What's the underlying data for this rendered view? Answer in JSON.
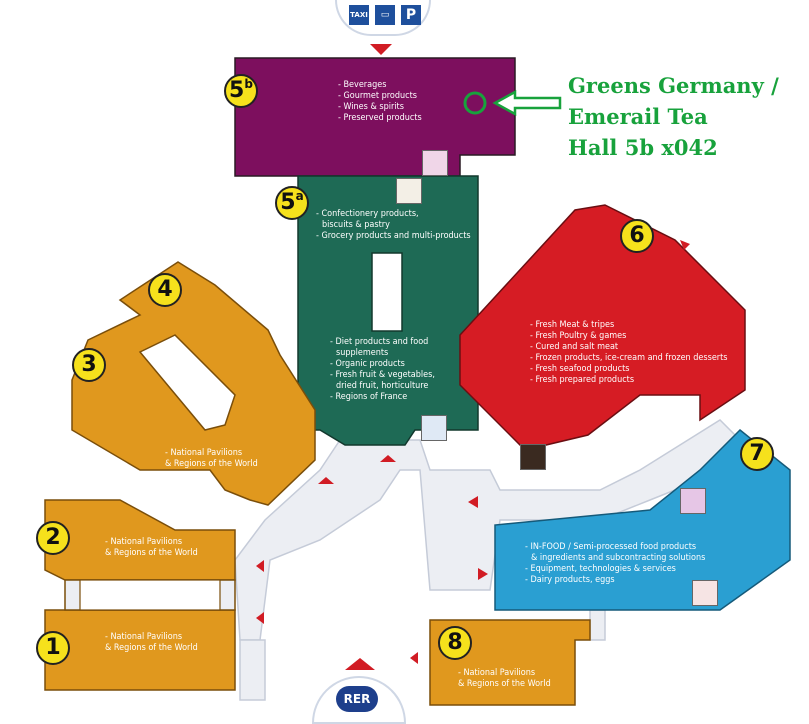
{
  "annotation": {
    "lines": [
      "Greens Germany /",
      "Emerail Tea",
      "Hall 5b x042"
    ],
    "color": "#18a23c"
  },
  "colors": {
    "orange": "#e0981e",
    "purple": "#7d0f5e",
    "green": "#1e6a55",
    "red": "#d61c24",
    "blue": "#2a9fd2",
    "corridor": "#eceef3",
    "arrow": "#d11c24"
  },
  "top_icons": [
    "TAXI",
    "bus-icon",
    "P"
  ],
  "bottom_label": "RER",
  "halls": {
    "h5b": {
      "number": "5",
      "sup": "b",
      "items": [
        "- Beverages",
        "- Gourmet products",
        "- Wines & spirits",
        "- Preserved products"
      ]
    },
    "h5a": {
      "number": "5",
      "sup": "a",
      "items_top": [
        "- Confectionery products,",
        "  biscuits & pastry",
        "- Grocery products and multi-products"
      ],
      "items_bottom": [
        "- Diet products and food",
        "  supplements",
        "- Organic products",
        "- Fresh fruit & vegetables,",
        "  dried fruit, horticulture",
        "- Regions of France"
      ]
    },
    "h6": {
      "number": "6",
      "items": [
        "- Fresh Meat & tripes",
        "- Fresh Poultry & games",
        "- Cured and salt meat",
        "- Frozen products, ice-cream and frozen desserts",
        "- Fresh seafood products",
        "- Fresh prepared products"
      ]
    },
    "h7": {
      "number": "7",
      "items": [
        "- IN-FOOD / Semi-processed food products",
        "  & ingredients and subcontracting solutions",
        "- Equipment, technologies & services",
        "- Dairy products, eggs"
      ]
    },
    "h34": {
      "number3": "3",
      "number4": "4",
      "items": [
        "- National Pavilions",
        "  & Regions of the World"
      ]
    },
    "h2": {
      "number": "2",
      "items": [
        "- National Pavilions",
        "  & Regions of the World"
      ]
    },
    "h1": {
      "number": "1",
      "items": [
        "- National Pavilions",
        "  & Regions of the World"
      ]
    },
    "h8": {
      "number": "8",
      "items": [
        "- National Pavilions",
        "  & Regions of the World"
      ]
    }
  }
}
